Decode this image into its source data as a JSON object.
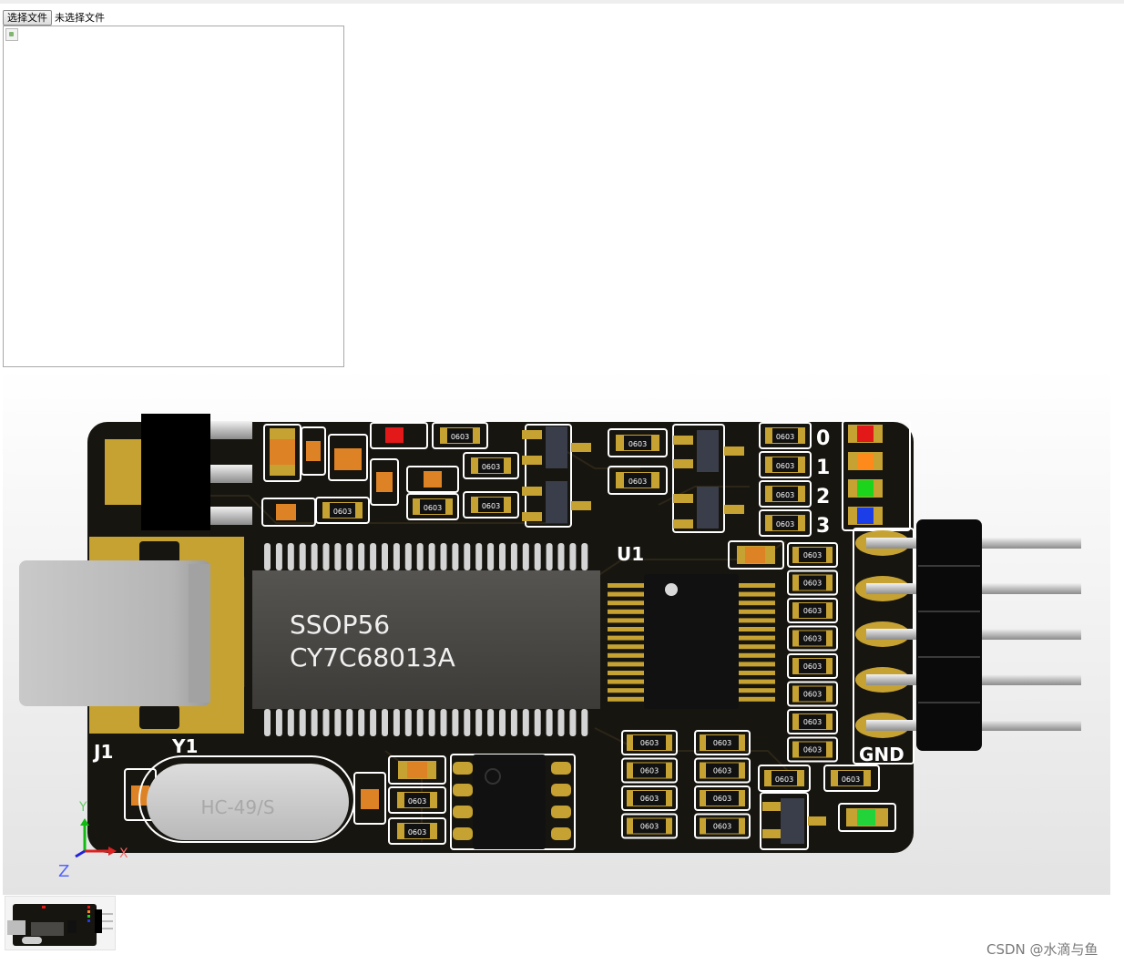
{
  "file_input": {
    "button_label": "选择文件",
    "status_text": "未选择文件"
  },
  "pcb": {
    "chip_package": "SSOP56",
    "chip_part": "CY7C68013A",
    "crystal_label": "HC-49/S",
    "designators": {
      "usb": "J1",
      "crystal": "Y1",
      "eeprom": "U1"
    },
    "header_pin_label": "GND",
    "led_indices": [
      "0",
      "1",
      "2",
      "3"
    ],
    "resistor_package": "0603",
    "axis": {
      "x": "X",
      "y": "Y",
      "z": "Z"
    },
    "led_colors": [
      "#e31818",
      "#ff8a1c",
      "#1bd41b",
      "#1c3ee8",
      "#22d33a"
    ],
    "board_color": "#171510",
    "copper_color": "#c6a233",
    "silk_color": "#ffffff"
  },
  "watermark": "CSDN @水滴与鱼"
}
